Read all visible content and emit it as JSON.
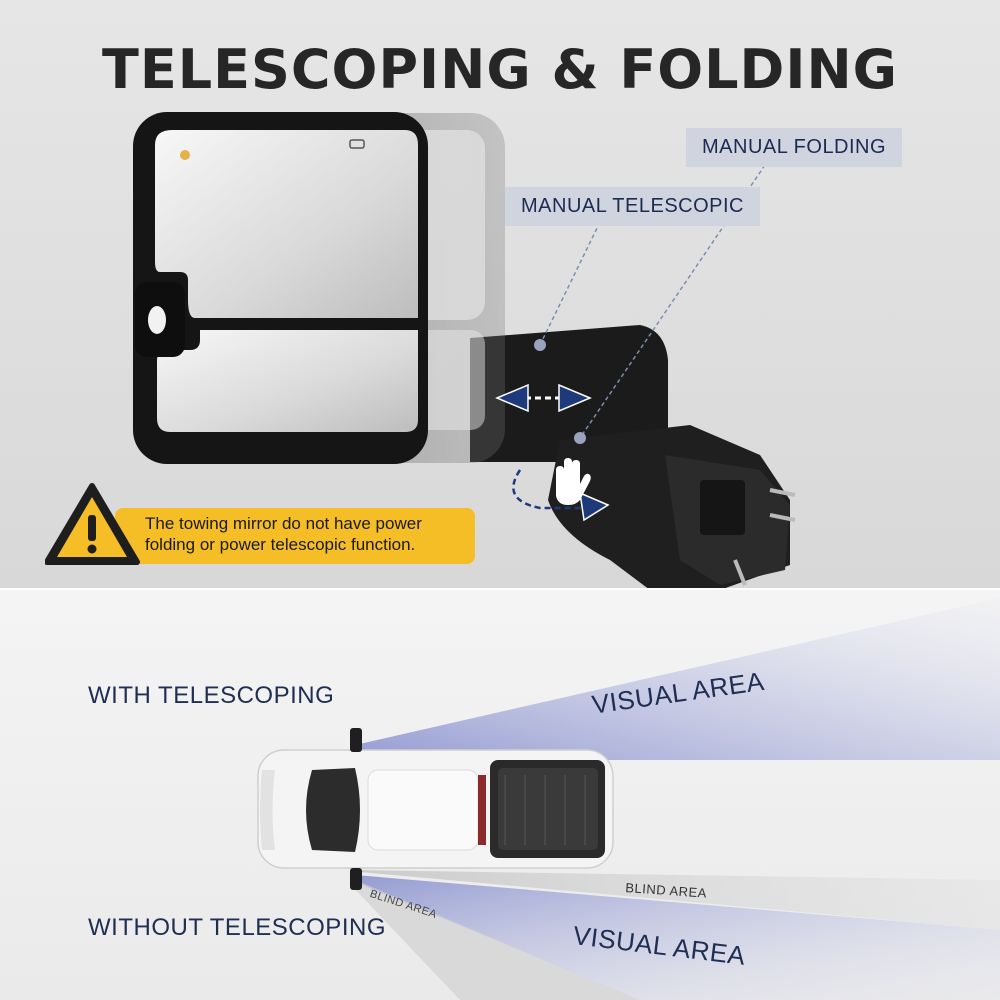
{
  "header": {
    "title": "TELESCOPING & FOLDING"
  },
  "callouts": {
    "manual_folding": "MANUAL FOLDING",
    "manual_telescopic": "MANUAL TELESCOPIC"
  },
  "warning": {
    "text": "The towing mirror do not have power folding or power telescopic function.",
    "icon": "warning-triangle-icon"
  },
  "diagram": {
    "with_label": "WITH TELESCOPING",
    "without_label": "WITHOUT TELESCOPING",
    "visual_area_top": "VISUAL AREA",
    "visual_area_bottom": "VISUAL AREA",
    "blind_area_right": "BLIND AREA",
    "blind_area_left": "BLIND AREA"
  },
  "colors": {
    "title": "#262626",
    "callout_bg": "#cfd4de",
    "callout_text": "#1c2b52",
    "warning_yellow": "#f5bd26",
    "arrow_blue": "#1f3a7a",
    "visual_beam": "#b9bfe0"
  }
}
